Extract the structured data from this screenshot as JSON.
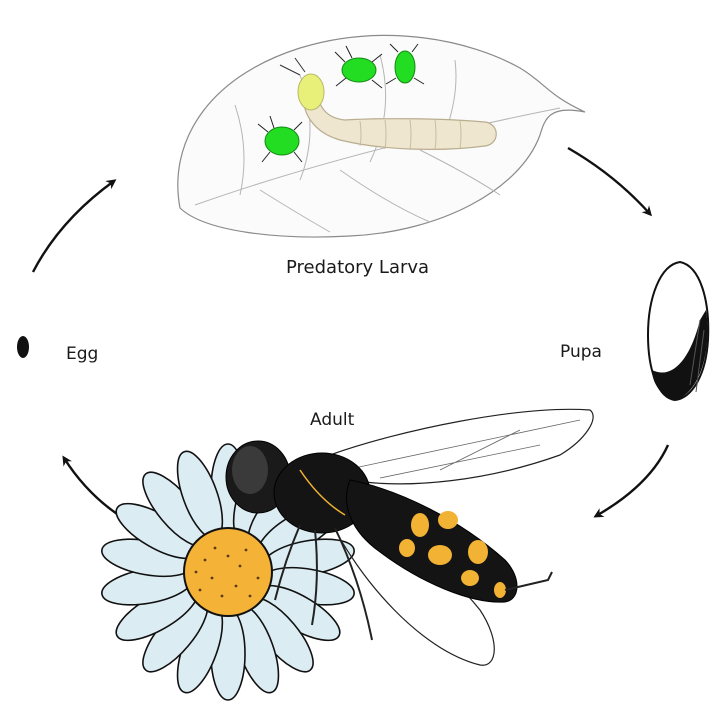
{
  "labels": {
    "larva": "Predatory Larva",
    "pupa": "Pupa",
    "egg": "Egg",
    "adult": "Adult"
  },
  "colors": {
    "leaf_fill": "#fbfbfb",
    "leaf_stroke": "#8a8a8a",
    "aphid": "#22dd22",
    "larva_body": "#efe6cf",
    "larva_head": "#e8f07a",
    "pupa_dark": "#111111",
    "daisy_petal": "#dcecf3",
    "daisy_center": "#f4b236",
    "fly_black": "#141414",
    "fly_yellow": "#f2b233",
    "arrow": "#111111"
  }
}
